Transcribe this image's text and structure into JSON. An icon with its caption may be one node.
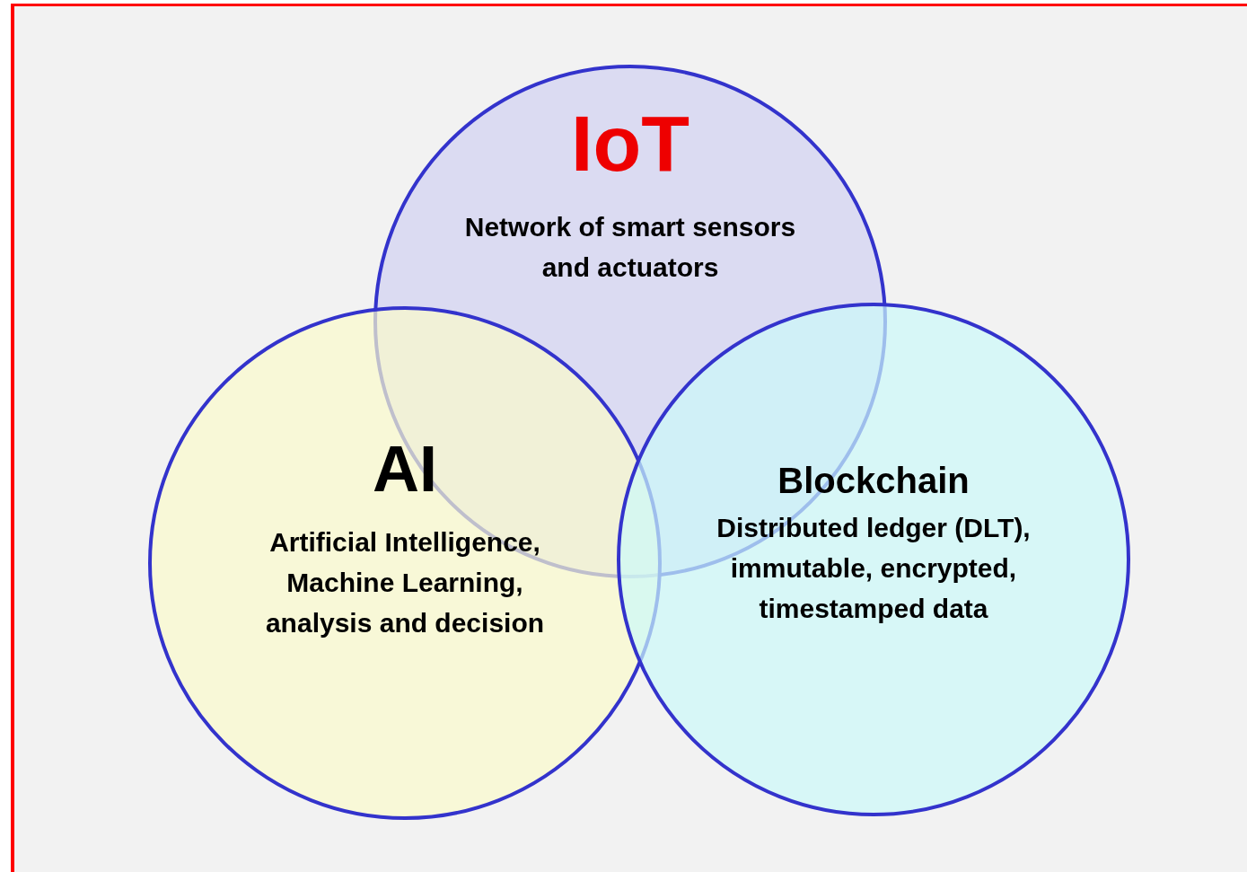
{
  "diagram": {
    "nodes": [
      {
        "text": [
          "IoT",
          "Network of smart sensors and actuators"
        ]
      },
      {
        "text": [
          "AI",
          "Artificial Intelligence, Machine Learning, analysis and decision"
        ]
      },
      {
        "text": [
          "Blockchain",
          "Distributed ledger (DLT), immutable, encrypted, timestamped data"
        ]
      }
    ]
  }
}
